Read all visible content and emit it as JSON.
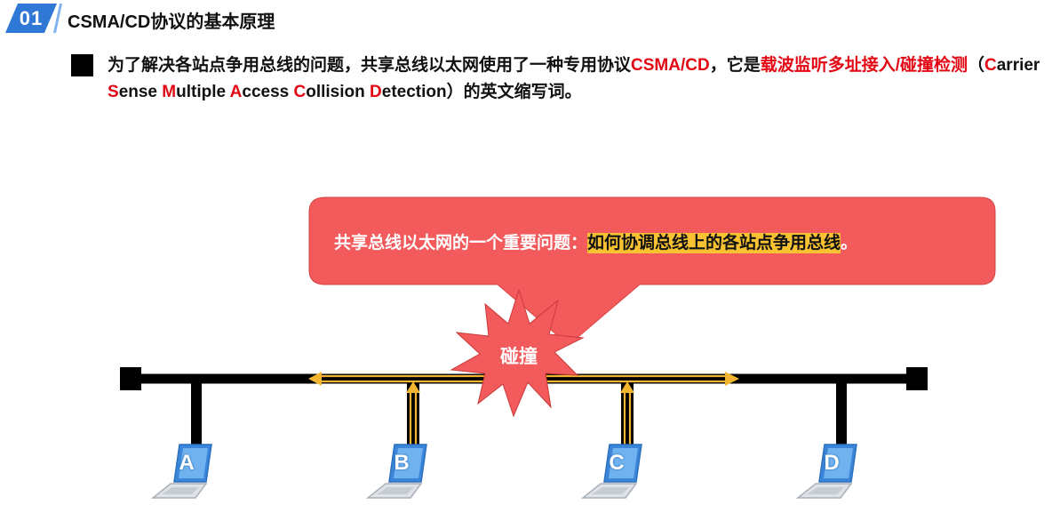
{
  "header": {
    "number": "01",
    "title": "CSMA/CD协议的基本原理"
  },
  "intro": {
    "part1": "为了解决各站点争用总线的问题，共享总线以太网使用了一种专用协议",
    "protocol": "CSMA/CD",
    "part2": "，它是",
    "full_name_cn": "载波监听多址接入/碰撞检测",
    "paren_open": "（",
    "words": [
      {
        "initial": "C",
        "rest": "arrier "
      },
      {
        "initial": "S",
        "rest": "ense "
      },
      {
        "initial": "M",
        "rest": "ultiple "
      },
      {
        "initial": "A",
        "rest": "ccess "
      },
      {
        "initial": "C",
        "rest": "ollision "
      },
      {
        "initial": "D",
        "rest": "etection"
      }
    ],
    "paren_close": "）",
    "part3": "的英文缩写词。"
  },
  "callout": {
    "prefix": "共享总线以太网的一个重要问题：",
    "highlight": "如何协调总线上的各站点争用总线",
    "suffix": "。"
  },
  "collision": {
    "label": "碰撞"
  },
  "stations": [
    {
      "id": "A"
    },
    {
      "id": "B"
    },
    {
      "id": "C"
    },
    {
      "id": "D"
    }
  ],
  "colors": {
    "badge": "#2f78d6",
    "red_text": "#e30613",
    "callout_fill": "#f25a5b",
    "signal": "#f2b531",
    "bus": "#000000",
    "highlight": "#f9c232"
  }
}
